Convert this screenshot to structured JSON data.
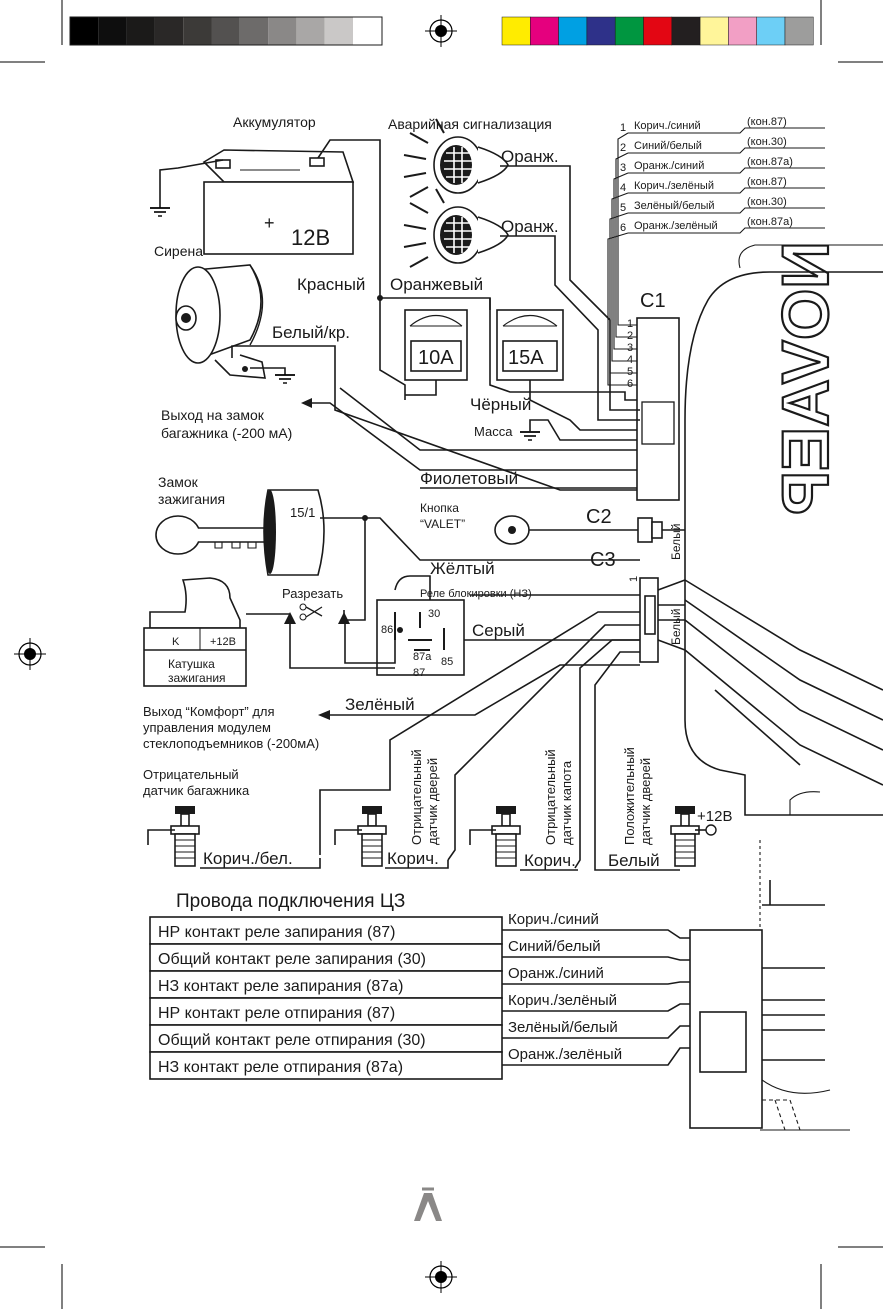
{
  "color_bar": {
    "grays": [
      "#000000",
      "#0e0e0e",
      "#1b1a19",
      "#2a2827",
      "#3c3a38",
      "#535150",
      "#6d6b6a",
      "#8a8887",
      "#a9a7a6",
      "#cac8c7",
      "#ffffff"
    ],
    "colors": [
      "#ffec00",
      "#e5007e",
      "#00a0e3",
      "#2e3189",
      "#009640",
      "#e30613",
      "#231f20",
      "#fff59a",
      "#f29fc5",
      "#6dcff6",
      "#9d9d9c"
    ]
  },
  "battery": {
    "title": "Аккумулятор",
    "voltage": "12В",
    "plus": "+"
  },
  "hazard": {
    "title": "Аварийная сигнализация",
    "wire_top": "Оранж.",
    "wire_bottom": "Оранж."
  },
  "siren": {
    "title": "Сирена",
    "wire": "Белый/кр."
  },
  "top_wires": {
    "red": "Красный",
    "orange": "Оранжевый"
  },
  "fuses": {
    "f1": "10А",
    "f2": "15А"
  },
  "ground_wire": {
    "black": "Чёрный",
    "mass": "Масса"
  },
  "trunk_lock": {
    "line1": "Выход на замок",
    "line2": "багажника (-200 мА)",
    "wire": "Фиолетовый"
  },
  "connector_c1": {
    "label": "С1",
    "pins": [
      "1",
      "2",
      "3",
      "4",
      "5",
      "6"
    ],
    "wires": [
      {
        "num": "1",
        "name": "Корич./синий",
        "contact": "(кон.87)"
      },
      {
        "num": "2",
        "name": "Синий/белый",
        "contact": "(кон.30)"
      },
      {
        "num": "3",
        "name": "Оранж./синий",
        "contact": "(кон.87а)"
      },
      {
        "num": "4",
        "name": "Корич./зелёный",
        "contact": "(кон.87)"
      },
      {
        "num": "5",
        "name": "Зелёный/белый",
        "contact": "(кон.30)"
      },
      {
        "num": "6",
        "name": "Оранж./зелёный",
        "contact": "(кон.87а)"
      }
    ]
  },
  "ignition": {
    "line1": "Замок",
    "line2": "зажигания",
    "terminal": "15/1",
    "cut": "Разрезать",
    "wire": "Жёлтый"
  },
  "valet": {
    "line1": "Кнопка",
    "line2": "“VALET”",
    "connector": "С2",
    "wire": "Белый"
  },
  "connector_c3": {
    "label": "С3",
    "pin": "1",
    "wire": "Белый"
  },
  "relay": {
    "title": "Реле блокировки (НЗ)",
    "p30": "30",
    "p86": "86",
    "p87a": "87a",
    "p87": "87",
    "p85": "85",
    "wire": "Серый"
  },
  "coil": {
    "k": "K",
    "plus": "+12В",
    "line1": "Катушка",
    "line2": "зажигания"
  },
  "comfort": {
    "line1": "Выход “Комфорт” для",
    "line2": "управления модулем",
    "line3": "стеклоподъемников (-200мА)",
    "wire": "Зелёный"
  },
  "sensors": {
    "trunk": {
      "line1": "Отрицательный",
      "line2": "датчик багажника",
      "wire": "Корич./бел."
    },
    "doors_neg": {
      "line1": "Отрицательный",
      "line2": "датчик дверей",
      "wire": "Корич."
    },
    "hood": {
      "line1": "Отрицательный",
      "line2": "датчик капота",
      "wire": "Корич."
    },
    "doors_pos": {
      "line1": "Положительный",
      "line2": "датчик дверей",
      "wire": "Белый",
      "plus": "+12В"
    }
  },
  "cl_table": {
    "title": "Провода подключения ЦЗ",
    "rows": [
      {
        "label": "НР контакт реле запирания (87)",
        "wire": "Корич./синий"
      },
      {
        "label": "Общий контакт реле запирания (30)",
        "wire": "Синий/белый"
      },
      {
        "label": "НЗ контакт реле запирания (87а)",
        "wire": "Оранж./синий"
      },
      {
        "label": "НР контакт реле отпирания (87)",
        "wire": "Корич./зелёный"
      },
      {
        "label": "Общий контакт реле отпирания (30)",
        "wire": "Зелёный/белый"
      },
      {
        "label": "НЗ контакт реле отпирания (87а)",
        "wire": "Оранж./зелёный"
      }
    ]
  },
  "brand_fragment": "NOVAEP"
}
